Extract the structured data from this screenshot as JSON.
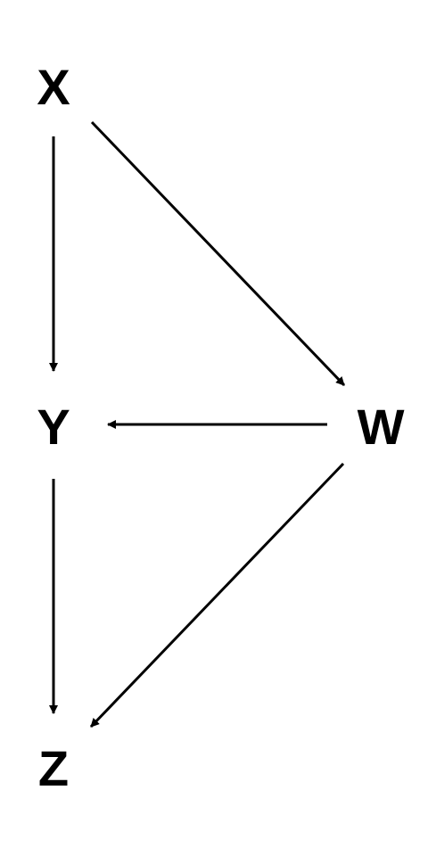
{
  "nodes": {
    "x": {
      "label": "X"
    },
    "y": {
      "label": "Y"
    },
    "w": {
      "label": "W"
    },
    "z": {
      "label": "Z"
    }
  },
  "edges": [
    {
      "from": "X",
      "to": "Y"
    },
    {
      "from": "X",
      "to": "W"
    },
    {
      "from": "W",
      "to": "Y"
    },
    {
      "from": "Y",
      "to": "Z"
    },
    {
      "from": "W",
      "to": "Z"
    }
  ],
  "colors": {
    "stroke": "#000000",
    "text": "#000000",
    "background": "#ffffff"
  }
}
